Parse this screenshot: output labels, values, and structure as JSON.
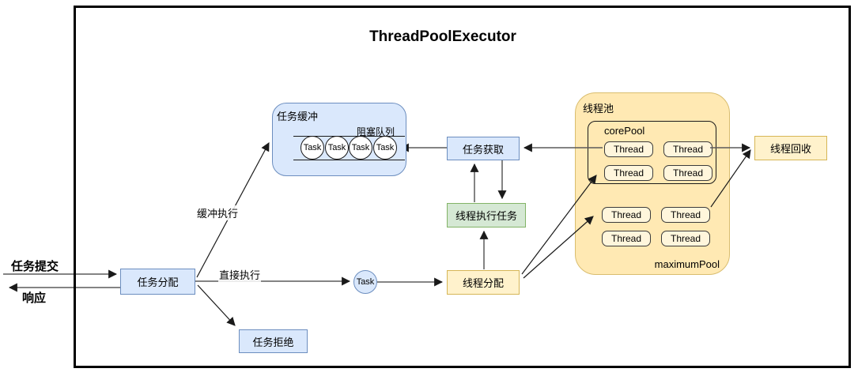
{
  "title": "ThreadPoolExecutor",
  "external": {
    "submit_label": "任务提交",
    "response_label": "响应"
  },
  "nodes": {
    "task_dispatch": "任务分配",
    "task_reject": "任务拒绝",
    "task_fetch": "任务获取",
    "thread_execute": "线程执行任务",
    "thread_dispatch": "线程分配",
    "thread_recycle": "线程回收",
    "task_circle": "Task"
  },
  "edge_labels": {
    "buffered": "缓冲执行",
    "direct": "直接执行"
  },
  "task_buffer": {
    "label": "任务缓冲",
    "queue_label": "阻塞队列",
    "tasks": [
      "Task",
      "Task",
      "Task",
      "Task"
    ]
  },
  "thread_pool": {
    "label": "线程池",
    "core_pool_label": "corePool",
    "maximum_pool_label": "maximumPool",
    "core_threads": [
      "Thread",
      "Thread",
      "Thread",
      "Thread"
    ],
    "max_threads": [
      "Thread",
      "Thread",
      "Thread",
      "Thread"
    ]
  },
  "colors": {
    "blue_fill": "#dae8fc",
    "blue_border": "#6c8ebf",
    "green_fill": "#d5e8d4",
    "green_border": "#82b366",
    "yellow_fill": "#fff2cc",
    "yellow_border": "#d6b656",
    "pool_fill": "#ffe9b3",
    "line_gray": "#5b5b5b",
    "line_black": "#1a1a1a"
  }
}
